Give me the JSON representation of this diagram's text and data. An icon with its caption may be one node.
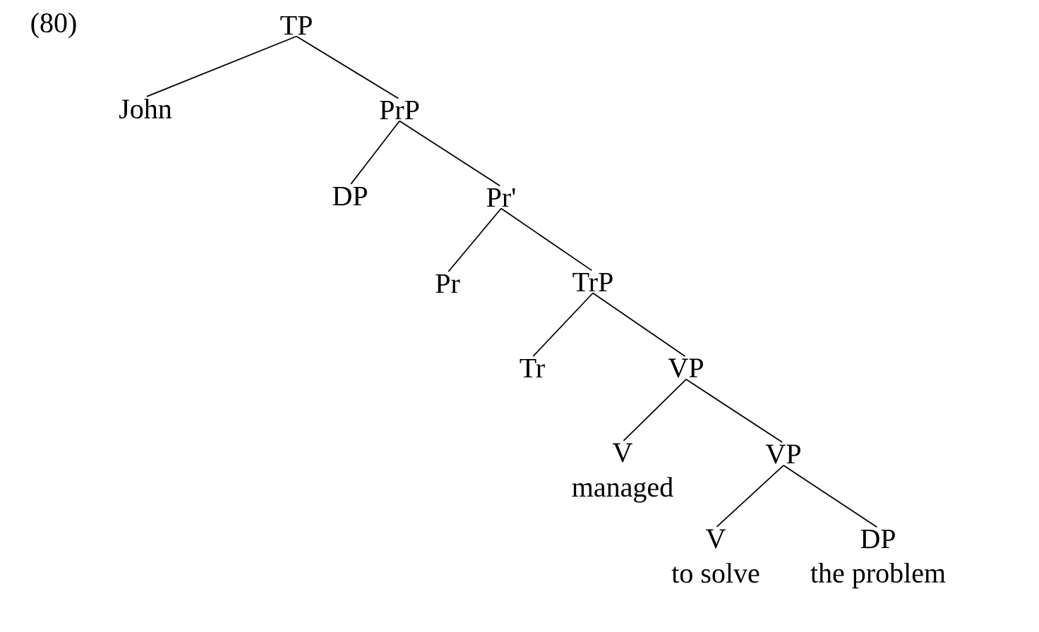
{
  "diagram": {
    "nodes": [
      {
        "text": [
          "TP"
        ]
      },
      {
        "text": [
          "John"
        ]
      },
      {
        "text": [
          "PrP"
        ]
      },
      {
        "text": [
          "DP"
        ]
      },
      {
        "text": [
          "Pr'"
        ]
      },
      {
        "text": [
          "Pr"
        ]
      },
      {
        "text": [
          "TrP"
        ]
      },
      {
        "text": [
          "Tr"
        ]
      },
      {
        "text": [
          "VP"
        ]
      },
      {
        "text": [
          "V"
        ],
        "beside": [
          "managed"
        ]
      },
      {
        "text": [
          "VP"
        ]
      },
      {
        "text": [
          "V"
        ],
        "beside": [
          "to solve"
        ]
      },
      {
        "text": [
          "DP"
        ],
        "beside": [
          "the problem"
        ]
      }
    ],
    "edges": [
      {
        "from": 0,
        "to": 1,
        "arrow": "none"
      },
      {
        "from": 0,
        "to": 2,
        "arrow": "none"
      },
      {
        "from": 2,
        "to": 3,
        "arrow": "none"
      },
      {
        "from": 2,
        "to": 4,
        "arrow": "none"
      },
      {
        "from": 4,
        "to": 5,
        "arrow": "none"
      },
      {
        "from": 4,
        "to": 6,
        "arrow": "none"
      },
      {
        "from": 6,
        "to": 7,
        "arrow": "none"
      },
      {
        "from": 6,
        "to": 8,
        "arrow": "none"
      },
      {
        "from": 8,
        "to": 9,
        "arrow": "none"
      },
      {
        "from": 8,
        "to": 10,
        "arrow": "none"
      },
      {
        "from": 10,
        "to": 11,
        "arrow": "none"
      },
      {
        "from": 10,
        "to": 12,
        "arrow": "none"
      }
    ],
    "labels": [
      "(80)"
    ]
  }
}
